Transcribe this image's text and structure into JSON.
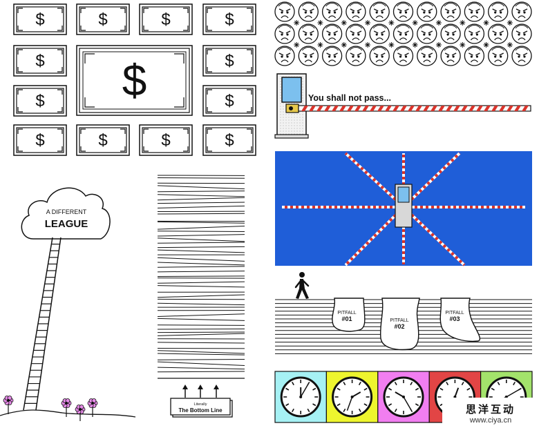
{
  "cloud": {
    "line1": "A DIFFERENT",
    "line2": "LEAGUE"
  },
  "barrier": {
    "caption": "You shall not pass..."
  },
  "bottom_line": {
    "small": "Literally",
    "big": "The Bottom Line"
  },
  "pitfalls": [
    {
      "label": "PITFALL",
      "number": "#01"
    },
    {
      "label": "PITFALL",
      "number": "#02"
    },
    {
      "label": "PITFALL",
      "number": "#03"
    }
  ],
  "money_symbol": "$",
  "clocks": [
    {
      "bg": "#a6f1f4"
    },
    {
      "bg": "#eef52e"
    },
    {
      "bg": "#f17ef0"
    },
    {
      "bg": "#e24545"
    },
    {
      "bg": "#a3e36b"
    }
  ],
  "colors": {
    "map_blue": "#1f5ed8",
    "barrier_red": "#d9342b",
    "flower": "#e58ae7",
    "screen": "#7cc0ee"
  },
  "watermark": {
    "cn": "思洋互动",
    "url": "www.ciya.cn"
  }
}
